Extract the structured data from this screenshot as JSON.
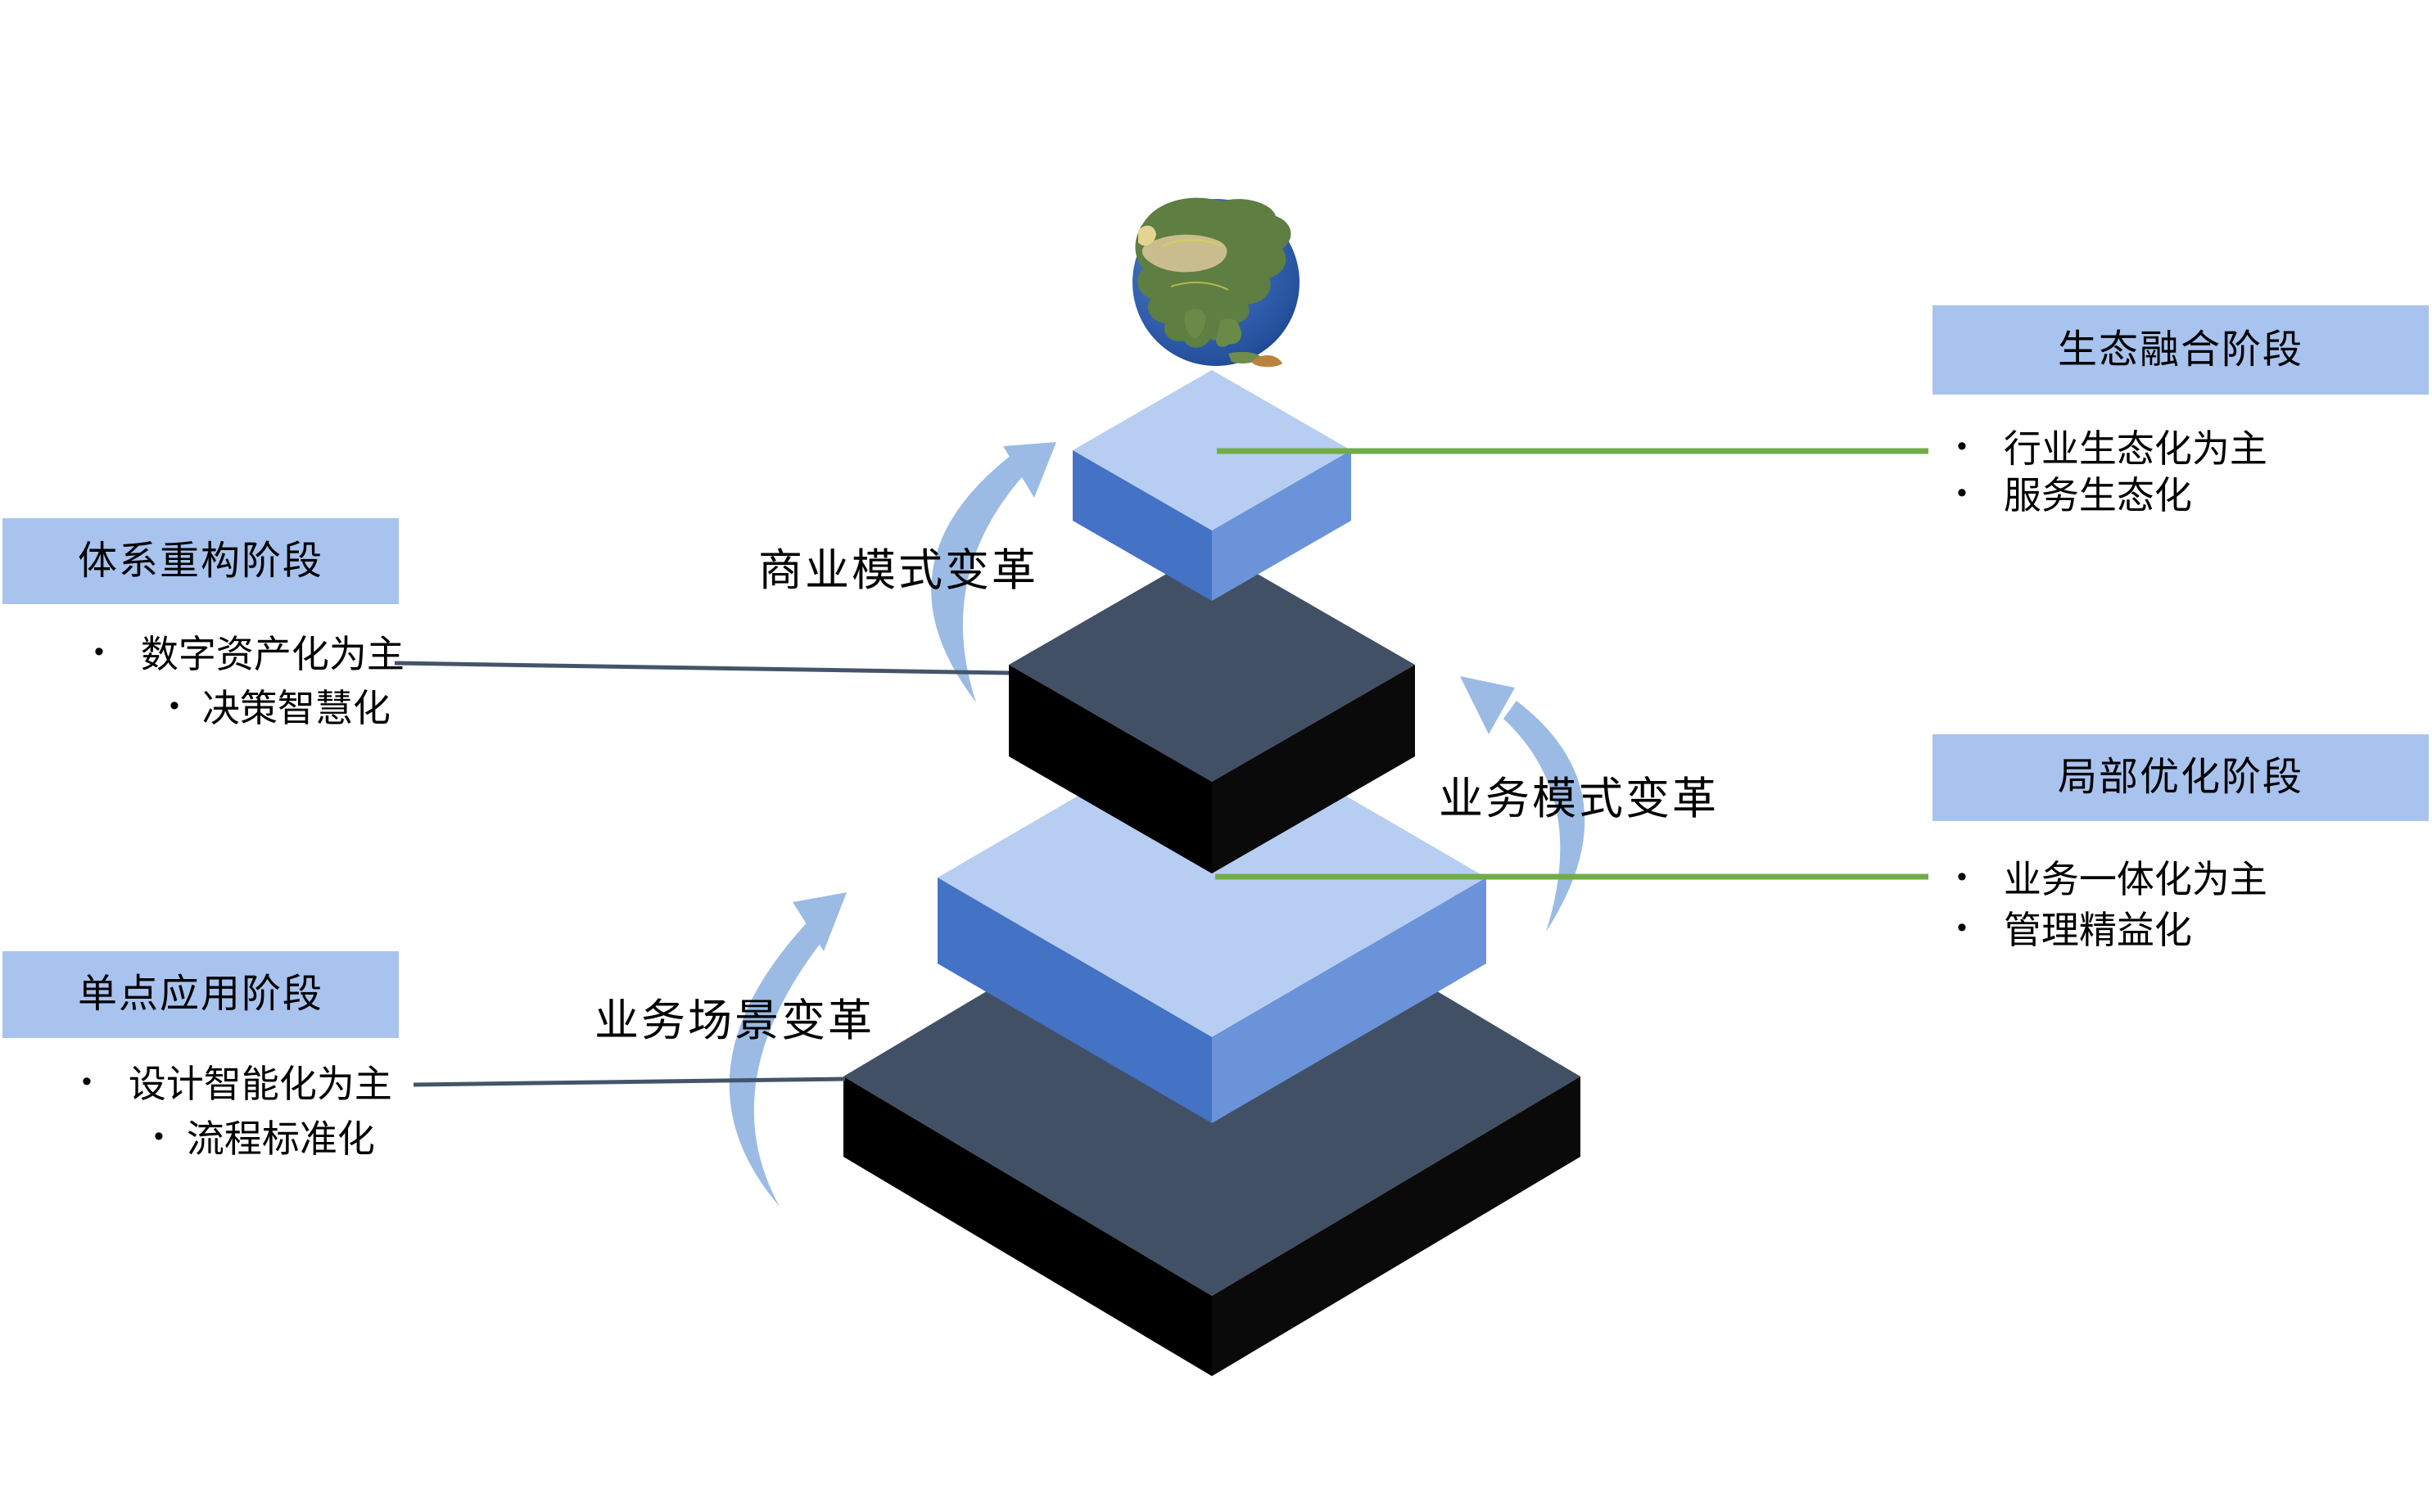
{
  "diagram": {
    "glyphs": {
      "bullet": "•"
    },
    "globe": {
      "icon": "earth-globe-icon"
    },
    "stages": {
      "ecosystem": {
        "title": "生态融合阶段",
        "bullets": [
          "行业生态化为主",
          "服务生态化"
        ]
      },
      "system_restructure": {
        "title": "体系重构阶段",
        "bullets": [
          "数字资产化为主",
          "决策智慧化"
        ]
      },
      "local_optimization": {
        "title": "局部优化阶段",
        "bullets": [
          "业务一体化为主",
          "管理精益化"
        ]
      },
      "single_point": {
        "title": "单点应用阶段",
        "bullets": [
          "设计智能化为主",
          "流程标准化"
        ]
      }
    },
    "transformations": {
      "business_model": "商业模式变革",
      "operation_model": "业务模式变革",
      "business_scenario": "业务场景变革"
    },
    "colors": {
      "stage_header_bg": "#a8c3ee",
      "layer_light_top": "#b7cef2",
      "layer_light_left": "#4472c4",
      "layer_light_right": "#6b93d9",
      "layer_dark_top": "#425066",
      "layer_dark_left": "#000000",
      "layer_dark_right": "#0a0a0a",
      "connector_green": "#70ad47",
      "connector_dark": "#44546a",
      "arrow_blue": "#9bbbe5"
    }
  }
}
